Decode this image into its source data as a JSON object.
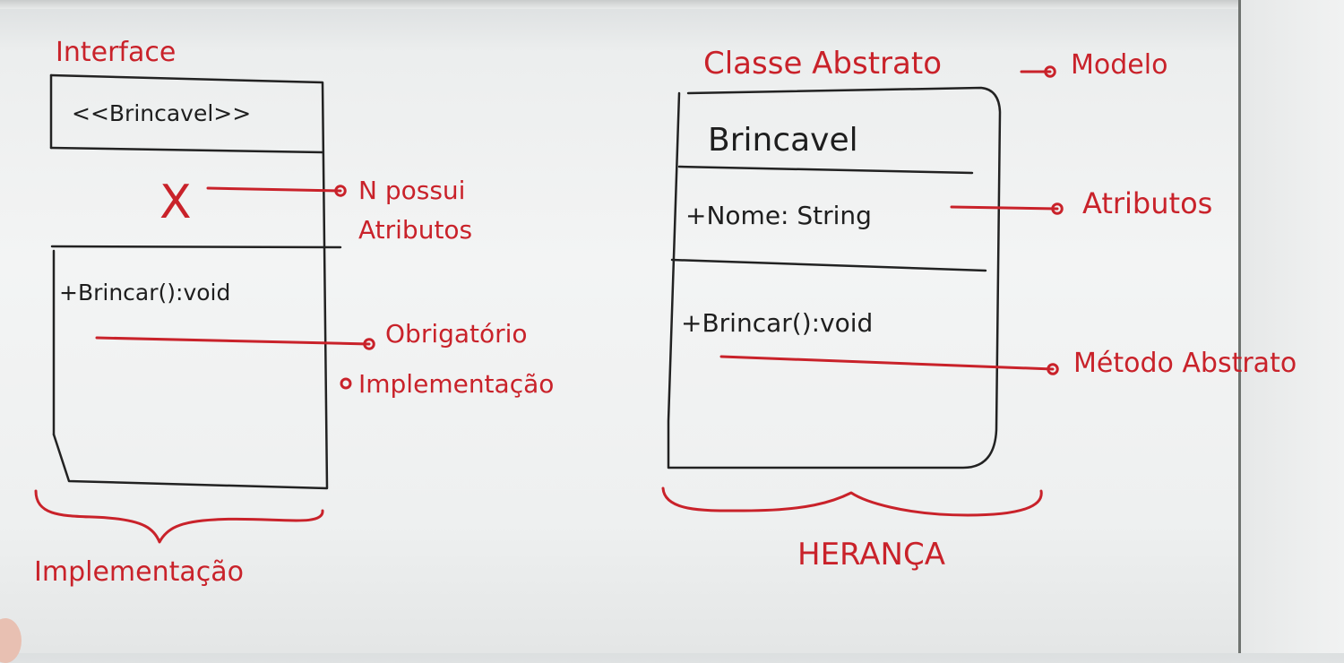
{
  "left": {
    "title": "Interface",
    "class_name": "<<Brincavel>>",
    "x_mark": "X",
    "attr_note_line1": "N possui",
    "attr_note_line2": "Atributos",
    "method": "+Brincar():void",
    "method_note_line1": "Obrigatório",
    "method_note_line2": "Implementação",
    "brace_label": "Implementação"
  },
  "right": {
    "title": "Classe Abstrato",
    "title_note": "Modelo",
    "class_name": "Brincavel",
    "attribute": "+Nome: String",
    "attribute_note": "Atributos",
    "method": "+Brincar():void",
    "method_note": "Método Abstrato",
    "brace_label": "HERANÇA"
  },
  "colors": {
    "marker_red": "#c9222a",
    "marker_black": "#222222",
    "board": "#f0f1f1"
  }
}
